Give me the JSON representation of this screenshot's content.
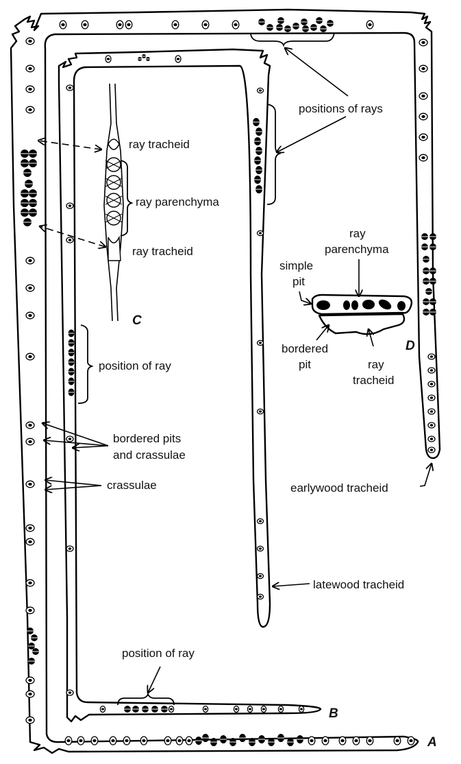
{
  "figure": {
    "description": "Softwood tracheid structure with rays",
    "panel_letters": {
      "a": "A",
      "b": "B",
      "c": "C",
      "d": "D"
    },
    "labels": {
      "positions_of_rays": "positions of rays",
      "ray_tracheid_top": "ray tracheid",
      "ray_parenchyma_c": "ray parenchyma",
      "ray_tracheid_bottom": "ray tracheid",
      "position_of_ray_left": "position of ray",
      "bordered_pits_and_crassulae_1": "bordered pits",
      "bordered_pits_and_crassulae_2": "and crassulae",
      "crassulae": "crassulae",
      "ray_parenchyma_d_1": "ray",
      "ray_parenchyma_d_2": "parenchyma",
      "simple_pit_1": "simple",
      "simple_pit_2": "pit",
      "bordered_pit_1": "bordered",
      "bordered_pit_2": "pit",
      "ray_tracheid_d_1": "ray",
      "ray_tracheid_d_2": "tracheid",
      "earlywood_tracheid": "earlywood tracheid",
      "latewood_tracheid": "latewood tracheid",
      "position_of_ray_bottom": "position of ray"
    }
  }
}
